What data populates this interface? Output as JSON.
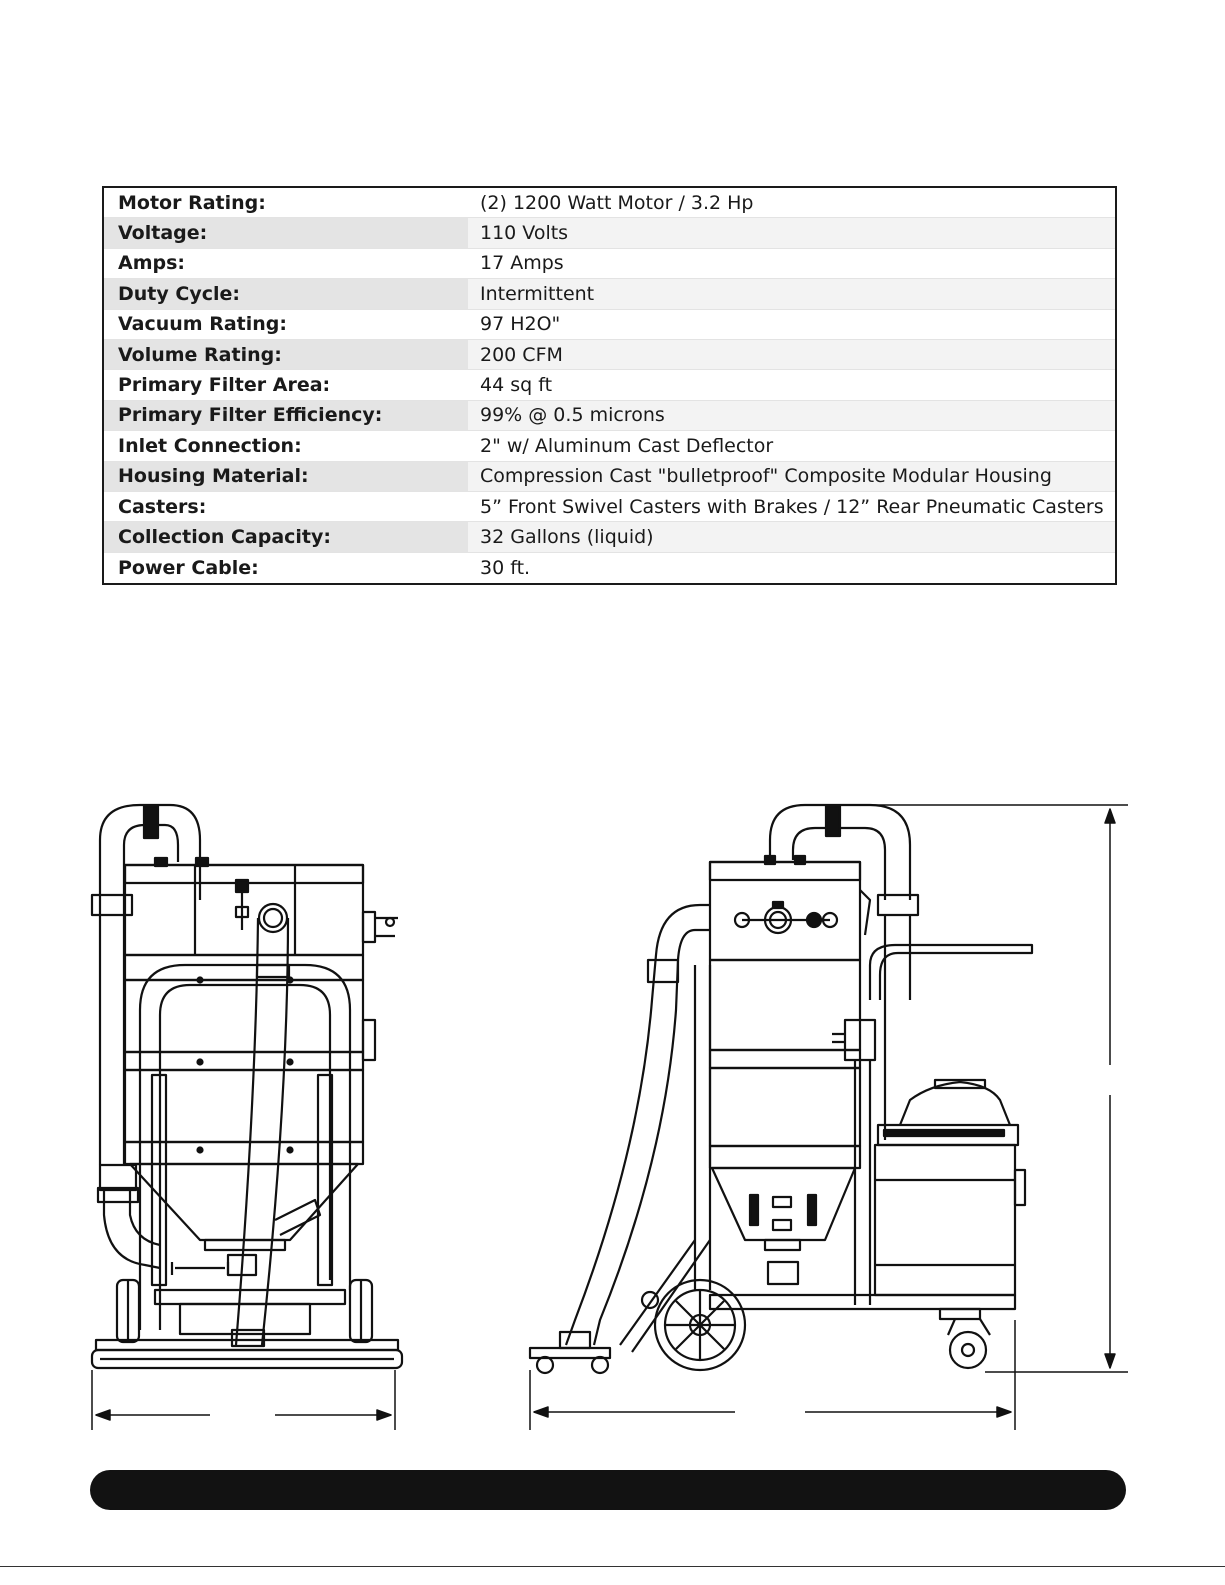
{
  "specs": [
    {
      "label": "Motor Rating:",
      "value": "(2) 1200 Watt Motor / 3.2 Hp"
    },
    {
      "label": "Voltage:",
      "value": "110 Volts"
    },
    {
      "label": "Amps:",
      "value": "17 Amps"
    },
    {
      "label": "Duty Cycle:",
      "value": "Intermittent"
    },
    {
      "label": "Vacuum Rating:",
      "value": "97 H2O\""
    },
    {
      "label": "Volume Rating:",
      "value": "200 CFM"
    },
    {
      "label": "Primary Filter Area:",
      "value": "44 sq ft"
    },
    {
      "label": "Primary Filter Efficiency:",
      "value": "99% @ 0.5 microns"
    },
    {
      "label": "Inlet Connection:",
      "value": "2\" w/ Aluminum Cast Deflector"
    },
    {
      "label": "Housing Material:",
      "value": "Compression Cast \"bulletproof\" Composite Modular Housing"
    },
    {
      "label": "Casters:",
      "value": "5” Front Swivel Casters with Brakes / 12” Rear Pneumatic Casters"
    },
    {
      "label": "Collection Capacity:",
      "value": "32 Gallons (liquid)"
    },
    {
      "label": "Power Cable:",
      "value": "30 ft."
    }
  ]
}
